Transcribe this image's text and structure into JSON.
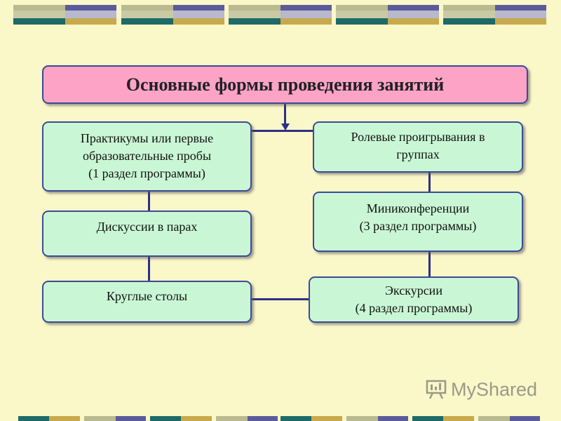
{
  "title": "Основные формы проведения занятий",
  "boxes": {
    "left": [
      {
        "lines": [
          "Практикумы или первые",
          "образовательные пробы",
          "(1 раздел программы)"
        ]
      },
      {
        "lines": [
          "Дискуссии в парах"
        ]
      },
      {
        "lines": [
          "Круглые столы"
        ]
      }
    ],
    "right": [
      {
        "lines": [
          "Ролевые проигрывания в",
          "группах"
        ]
      },
      {
        "lines": [
          "Миниконференции",
          "(3 раздел программы)"
        ]
      },
      {
        "lines": [
          "Экскурсии",
          "(4 раздел программы)"
        ]
      }
    ]
  },
  "watermark": {
    "text": "MyShared",
    "icon": "presentation-board-icon"
  },
  "colors": {
    "background": "#faf7c8",
    "title_fill": "#fca3c6",
    "box_fill": "#c9f7d5",
    "border": "#3c4a96",
    "connector": "#2e2f86"
  }
}
